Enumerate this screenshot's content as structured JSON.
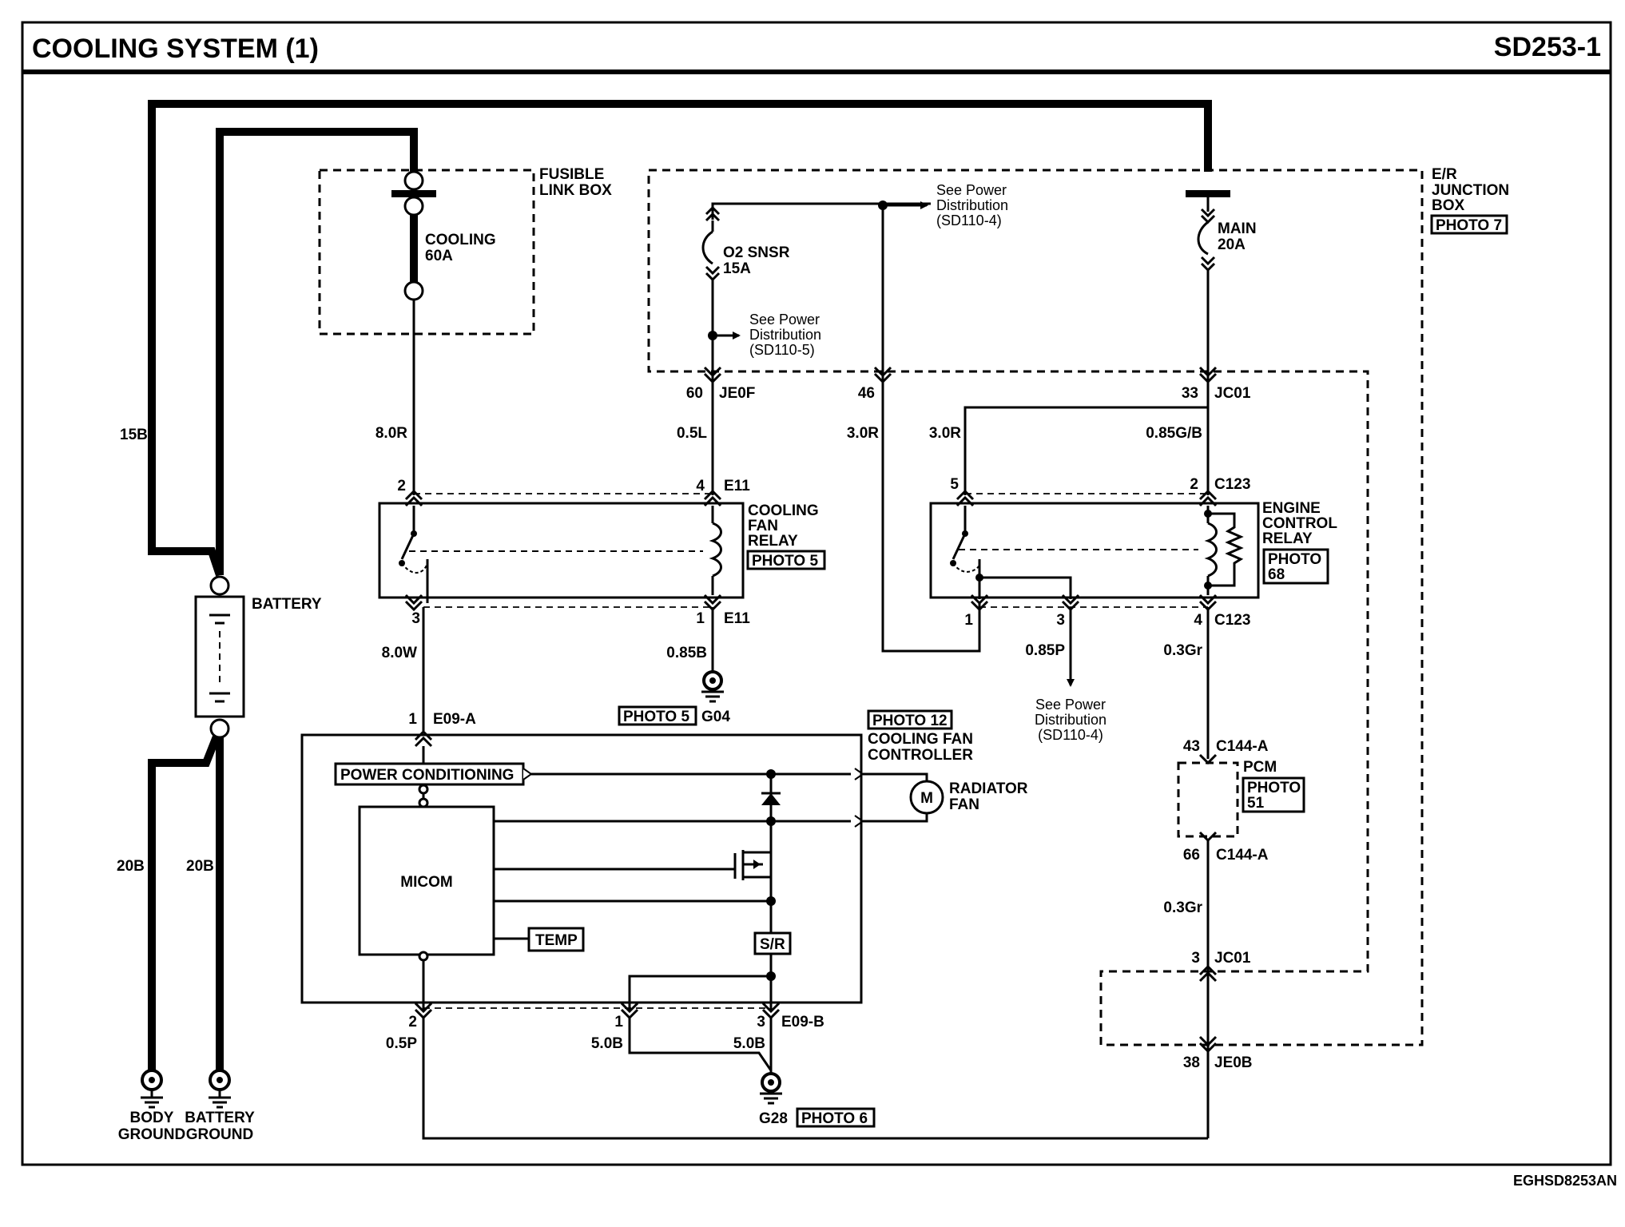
{
  "title": "COOLING SYSTEM (1)",
  "page_code": "SD253-1",
  "footer_code": "EGHSD8253AN",
  "boxes": {
    "fusible_link_box": [
      "FUSIBLE",
      "LINK BOX"
    ],
    "er_junction_box": [
      "E/R",
      "JUNCTION",
      "BOX"
    ],
    "er_junction_photo": "PHOTO 7",
    "battery": "BATTERY"
  },
  "fuses": {
    "cooling": [
      "COOLING",
      "60A"
    ],
    "o2_snsr": [
      "O2 SNSR",
      "15A"
    ],
    "main": [
      "MAIN",
      "20A"
    ]
  },
  "power_refs": {
    "ref_top": [
      "See Power",
      "Distribution",
      "(SD110-4)"
    ],
    "ref_o2": [
      "See Power",
      "Distribution",
      "(SD110-5)"
    ],
    "ref_bottom": [
      "See Power",
      "Distribution",
      "(SD110-4)"
    ]
  },
  "wires": {
    "w_15b": "15B",
    "w_8r": "8.0R",
    "w_05l": "0.5L",
    "w_3r_a": "3.0R",
    "w_3r_b": "3.0R",
    "w_085gb": "0.85G/B",
    "w_8w": "8.0W",
    "w_085b": "0.85B",
    "w_085p": "0.85P",
    "w_03gr_a": "0.3Gr",
    "w_03gr_b": "0.3Gr",
    "w_20b_a": "20B",
    "w_20b_b": "20B",
    "w_05p": "0.5P",
    "w_5b_a": "5.0B",
    "w_5b_b": "5.0B"
  },
  "pins": {
    "p60": "60",
    "je0f": "JE0F",
    "p46": "46",
    "p33": "33",
    "jc01_top": "JC01",
    "p2_e11": "2",
    "p4_e11": "4",
    "e11_top": "E11",
    "p3_e11": "3",
    "p1_e11": "1",
    "e11_bot": "E11",
    "p5_c123": "5",
    "p2_c123": "2",
    "c123_top": "C123",
    "p1_c123": "1",
    "p3_c123": "3",
    "p4_c123": "4",
    "c123_bot": "C123",
    "p1_e09a": "1",
    "e09a": "E09-A",
    "p43": "43",
    "c144a_top": "C144-A",
    "p66": "66",
    "c144a_bot": "C144-A",
    "p3_jc01": "3",
    "jc01_bot": "JC01",
    "p38": "38",
    "je0b": "JE0B",
    "p2_e09b": "2",
    "p1_e09b": "1",
    "p3_e09b": "3",
    "e09b": "E09-B"
  },
  "components": {
    "cooling_fan_relay": [
      "COOLING",
      "FAN",
      "RELAY"
    ],
    "cooling_fan_relay_photo": "PHOTO 5",
    "engine_control_relay": [
      "ENGINE",
      "CONTROL",
      "RELAY"
    ],
    "engine_control_relay_photo": [
      "PHOTO",
      "68"
    ],
    "pcm": "PCM",
    "pcm_photo": [
      "PHOTO",
      "51"
    ],
    "cooling_fan_controller": [
      "COOLING FAN",
      "CONTROLLER"
    ],
    "cooling_fan_controller_photo": "PHOTO 12",
    "power_conditioning": "POWER CONDITIONING",
    "micom": "MICOM",
    "temp": "TEMP",
    "sr": "S/R",
    "radiator_fan": [
      "RADIATOR",
      "FAN"
    ],
    "motor_symbol": "M"
  },
  "grounds": {
    "g04": "G04",
    "g04_photo": "PHOTO 5",
    "g28": "G28",
    "g28_photo": "PHOTO 6",
    "body_ground": [
      "BODY",
      "GROUND"
    ],
    "battery_ground": [
      "BATTERY",
      "GROUND"
    ]
  }
}
